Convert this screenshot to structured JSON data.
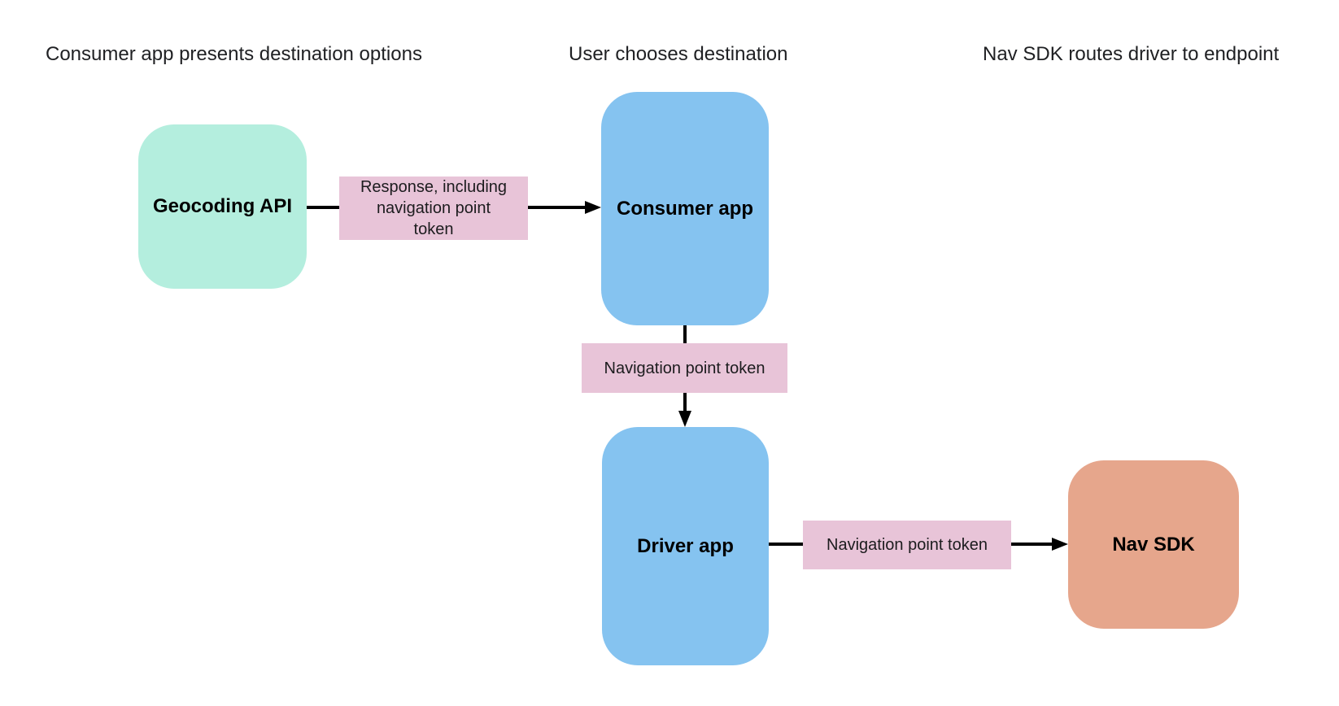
{
  "headings": [
    "Consumer app presents destination options",
    "User chooses destination",
    "Nav SDK routes driver to endpoint"
  ],
  "nodes": {
    "geocoding_api": "Geocoding API",
    "consumer_app": "Consumer app",
    "driver_app": "Driver app",
    "nav_sdk": "Nav SDK"
  },
  "edge_labels": {
    "geocoding_to_consumer": "Response, including navigation point token",
    "consumer_to_driver": "Navigation point token",
    "driver_to_navsdk": "Navigation point token"
  },
  "colors": {
    "node-green": "#b4eede",
    "node-blue": "#85c3f0",
    "node-orange": "#e6a68c",
    "edge-label-pink": "#e8c4d8",
    "arrow": "#000000",
    "heading-text": "#1f2023",
    "background": "#ffffff"
  }
}
